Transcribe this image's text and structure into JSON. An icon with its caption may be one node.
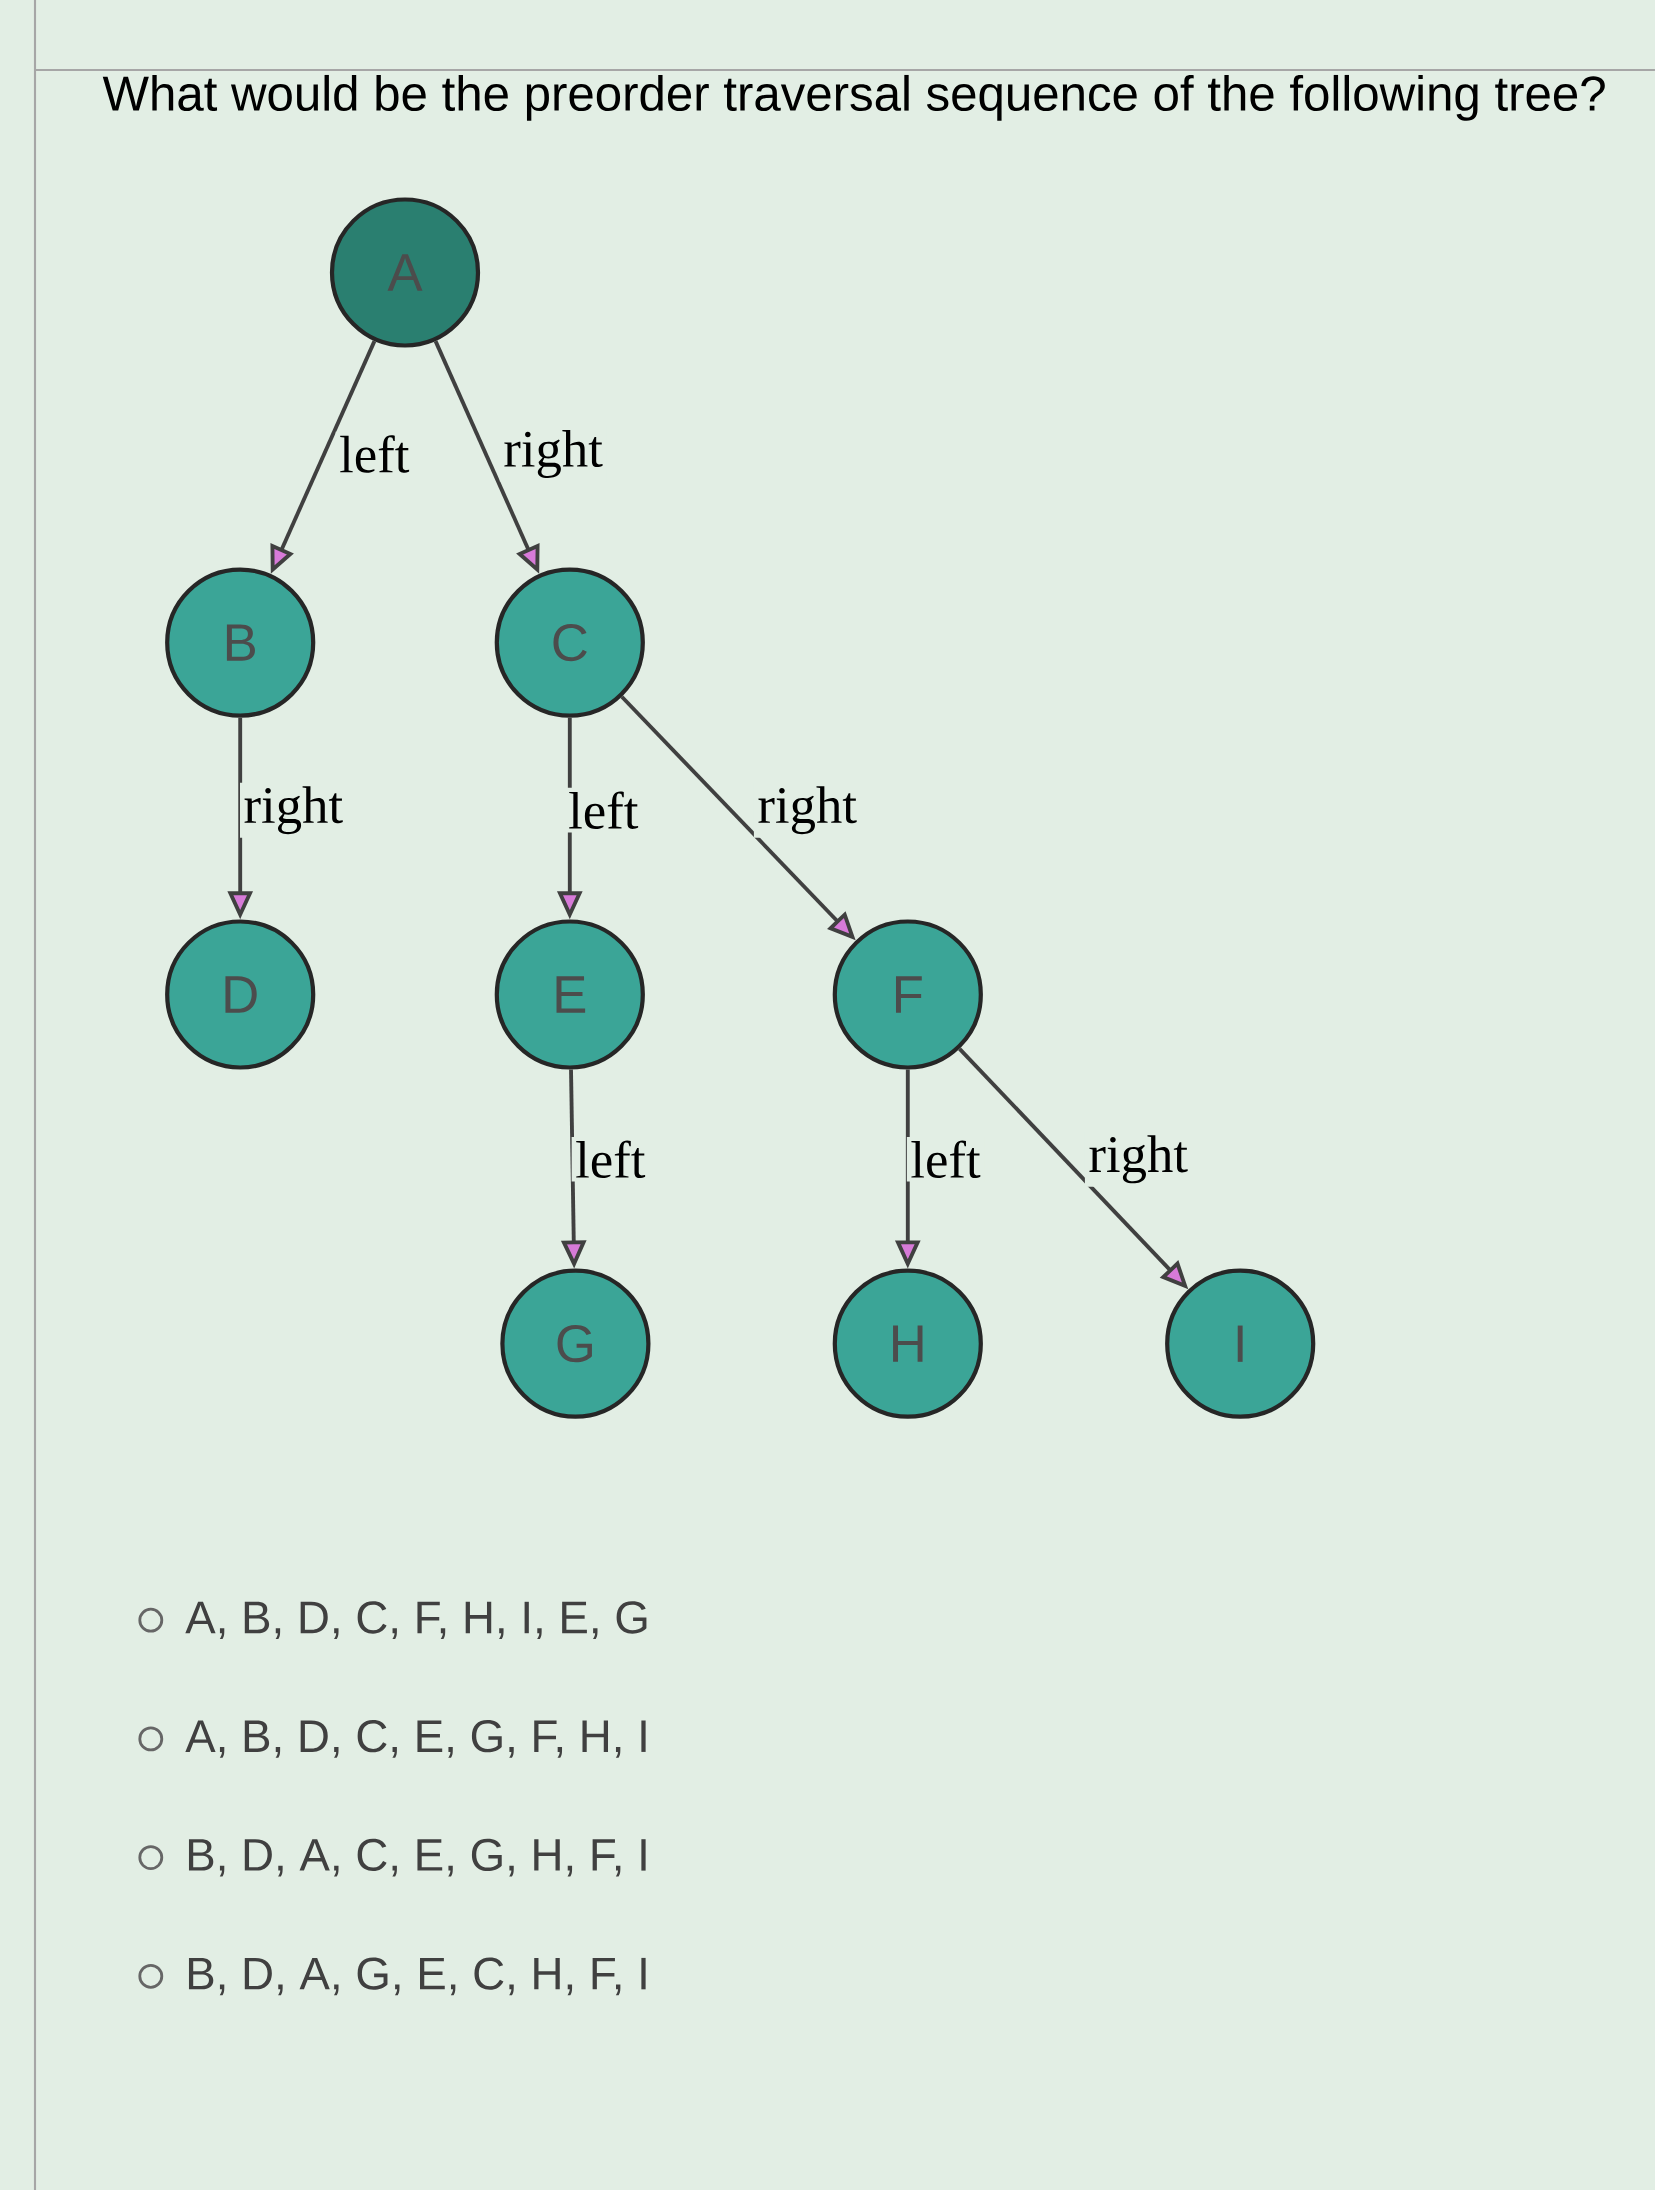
{
  "diagram": {
    "title": "What would be the preorder traversal sequence of the following tree?",
    "nodes": [
      {
        "text": [
          "A"
        ]
      },
      {
        "text": [
          "B"
        ]
      },
      {
        "text": [
          "C"
        ]
      },
      {
        "text": [
          "D"
        ]
      },
      {
        "text": [
          "E"
        ]
      },
      {
        "text": [
          "F"
        ]
      },
      {
        "text": [
          "G"
        ]
      },
      {
        "text": [
          "H"
        ]
      },
      {
        "text": [
          "I"
        ]
      }
    ],
    "edges": [
      {
        "from": 0,
        "to": 1,
        "arrow": "to",
        "label": "left"
      },
      {
        "from": 0,
        "to": 2,
        "arrow": "to",
        "label": "right"
      },
      {
        "from": 1,
        "to": 3,
        "arrow": "to",
        "label": "right"
      },
      {
        "from": 2,
        "to": 4,
        "arrow": "to",
        "label": "left"
      },
      {
        "from": 2,
        "to": 5,
        "arrow": "to",
        "label": "right"
      },
      {
        "from": 4,
        "to": 6,
        "arrow": "to",
        "label": "left"
      },
      {
        "from": 5,
        "to": 7,
        "arrow": "to",
        "label": "left"
      },
      {
        "from": 5,
        "to": 8,
        "arrow": "to",
        "label": "right"
      }
    ],
    "labels": [
      "A, B, D, C, F, H, I, E, G",
      "A, B, D, C, E, G, F, H, I",
      "B, D, A, C, E, G, H, F, I",
      "B, D, A, G, E, C, H, F, I"
    ]
  }
}
